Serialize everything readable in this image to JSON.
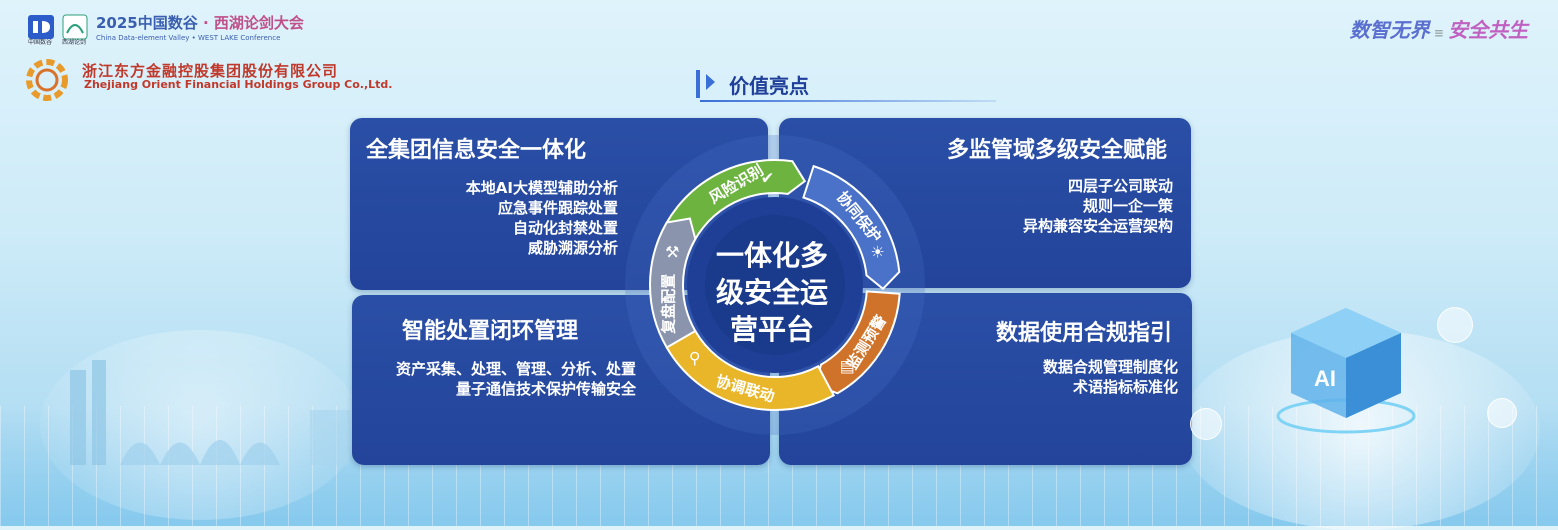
{
  "header": {
    "event_title_a": "2025中国数谷",
    "event_title_dot": " · ",
    "event_title_b": "西湖论剑大会",
    "event_sub": "China Data-element Valley   •   WEST LAKE Conference",
    "logo_caption_a": "中国数谷",
    "logo_caption_b": "西湖论剑",
    "slogan_a": "数智无界",
    "slogan_b": "安全共生"
  },
  "company": {
    "name_cn": "浙江东方金融控股集团股份有限公司",
    "name_en": "Zhejiang Orient Financial Holdings Group Co.,Ltd."
  },
  "section": {
    "title": "价值亮点"
  },
  "panels": {
    "top_left": {
      "title": "全集团信息安全一体化",
      "lines": [
        "本地AI大模型辅助分析",
        "应急事件跟踪处置",
        "自动化封禁处置",
        "威胁溯源分析"
      ]
    },
    "top_right": {
      "title": "多监管域多级安全赋能",
      "lines": [
        "四层子公司联动",
        "规则一企一策",
        "异构兼容安全运营架构"
      ]
    },
    "bottom_left": {
      "title": "智能处置闭环管理",
      "lines": [
        "资产采集、处理、管理、分析、处置",
        "量子通信技术保护传输安全"
      ]
    },
    "bottom_right": {
      "title": "数据使用合规指引",
      "lines": [
        "数据合规管理制度化",
        "术语指标标准化"
      ]
    }
  },
  "ring": {
    "center_lines": [
      "一体化多",
      "级安全运",
      "营平台"
    ],
    "segments": [
      {
        "label": "风险识别",
        "color": "#6db33f",
        "icon": "check-icon"
      },
      {
        "label": "协同保护",
        "color": "#4b72c9",
        "icon": "lightbulb-icon"
      },
      {
        "label": "监测预警",
        "color": "#d0732a",
        "icon": "document-icon"
      },
      {
        "label": "协调联动",
        "color": "#e9b62a",
        "icon": "search-icon"
      },
      {
        "label": "复盘配置",
        "color": "#8a95ad",
        "icon": "tools-icon"
      }
    ]
  }
}
